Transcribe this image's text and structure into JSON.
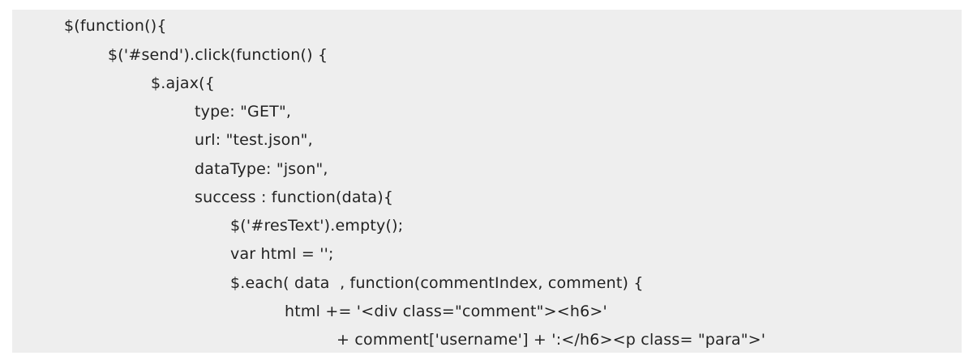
{
  "code": {
    "lines": [
      "$(function(){",
      "$('#send').click(function() {",
      "$.ajax({",
      "type: \"GET\",",
      "url: \"test.json\",",
      "dataType: \"json\",",
      "success : function(data){",
      "$('#resText').empty();",
      "var html = '';",
      "$.each( data  , function(commentIndex, comment) {",
      "html += '<div class=\"comment\"><h6>'",
      "+ comment['username'] + ':</h6><p class= \"para\">'"
    ]
  }
}
